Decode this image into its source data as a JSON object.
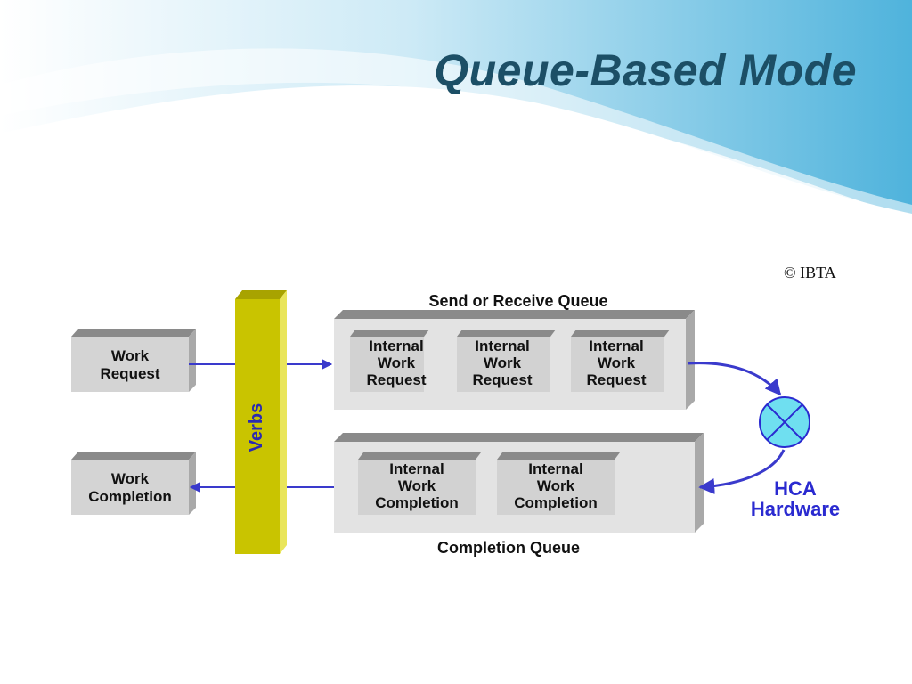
{
  "slide": {
    "title": "Queue-Based Mode"
  },
  "copyright": "© IBTA",
  "diagram": {
    "verbs_label": "Verbs",
    "work_request": {
      "line1": "Work",
      "line2": "Request"
    },
    "work_completion": {
      "line1": "Work",
      "line2": "Completion"
    },
    "send_queue": {
      "label": "Send or Receive Queue",
      "items": [
        {
          "line1": "Internal",
          "line2": "Work",
          "line3": "Request"
        },
        {
          "line1": "Internal",
          "line2": "Work",
          "line3": "Request"
        },
        {
          "line1": "Internal",
          "line2": "Work",
          "line3": "Request"
        }
      ]
    },
    "completion_queue": {
      "label": "Completion Queue",
      "items": [
        {
          "line1": "Internal",
          "line2": "Work",
          "line3": "Completion"
        },
        {
          "line1": "Internal",
          "line2": "Work",
          "line3": "Completion"
        }
      ]
    },
    "hca": {
      "line1": "HCA",
      "line2": "Hardware"
    }
  },
  "colors": {
    "title": "#1c4f66",
    "verbs_bar": "#c9c400",
    "box_fill": "#d4d4d4",
    "box_top": "#8a8a8a",
    "arrow": "#3a3acc",
    "hca_fill": "#6fdff0",
    "hca_text": "#2a2ad0"
  }
}
